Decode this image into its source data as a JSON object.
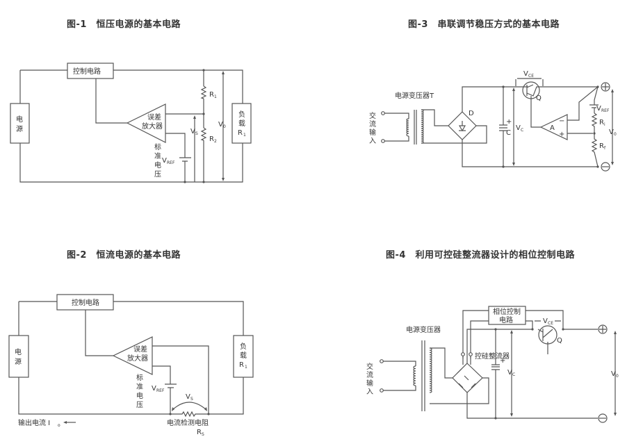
{
  "figures": [
    {
      "id": "fig1",
      "title": "图-1　恒压电源的基本电路",
      "labels": {
        "control": "控制电路",
        "source_1": "电",
        "source_2": "源",
        "amp_1": "误差",
        "amp_2": "放大器",
        "ref_1": "标",
        "ref_2": "准",
        "ref_3": "电",
        "ref_4": "压",
        "vref": "V",
        "vref_sub": "REF",
        "vs": "V",
        "vs_sub": "S",
        "vo": "V",
        "vo_sub": "0",
        "r1": "R",
        "r1_sub": "1",
        "r2": "R",
        "r2_sub": "2",
        "load_1": "负",
        "load_2": "载",
        "load_3": "R",
        "load_sub": "1"
      }
    },
    {
      "id": "fig2",
      "title": "图-2　恒流电源的基本电路",
      "labels": {
        "control": "控制电路",
        "source_1": "电",
        "source_2": "源",
        "amp_1": "误差",
        "amp_2": "放大器",
        "ref_1": "标",
        "ref_2": "准",
        "ref_3": "电",
        "ref_4": "压",
        "vref": "V",
        "vref_sub": "REF",
        "vs": "V",
        "vs_sub": "S",
        "sense": "电流检测电阻",
        "rs": "R",
        "rs_sub": "S",
        "load_1": "负",
        "load_2": "载",
        "load_3": "R",
        "load_sub": "1",
        "output": "输出电流 I",
        "output_sub": "o"
      }
    },
    {
      "id": "fig3",
      "title": "图-3　串联调节稳压方式的基本电路",
      "labels": {
        "transformer": "电源变压器T",
        "ac_1": "交",
        "ac_2": "流",
        "ac_3": "输",
        "ac_4": "入",
        "diode": "D",
        "cap": "C",
        "plus": "+",
        "vc": "V",
        "vc_sub": "C",
        "vce": "V",
        "vce_sub": "CE",
        "q": "Q",
        "amp": "A",
        "minus_in": "−",
        "plus_in": "+",
        "vref": "V",
        "vref_sub": "REF",
        "ri": "R",
        "ri_sub": "i",
        "rf": "R",
        "rf_sub": "f",
        "vo": "V",
        "vo_sub": "0"
      }
    },
    {
      "id": "fig4",
      "title": "图-4　利用可控硅整流器设计的相位控制电路",
      "labels": {
        "transformer": "电源变压器",
        "ac_1": "交",
        "ac_2": "流",
        "ac_3": "输",
        "ac_4": "入",
        "phase_1": "相位控制",
        "phase_2": "电路",
        "scr": "控硅整流器",
        "plus": "+",
        "vc": "V",
        "vc_sub": "C",
        "vce": "V",
        "vce_sub": "CE",
        "q": "Q",
        "vo": "V",
        "vo_sub": "0"
      }
    }
  ]
}
